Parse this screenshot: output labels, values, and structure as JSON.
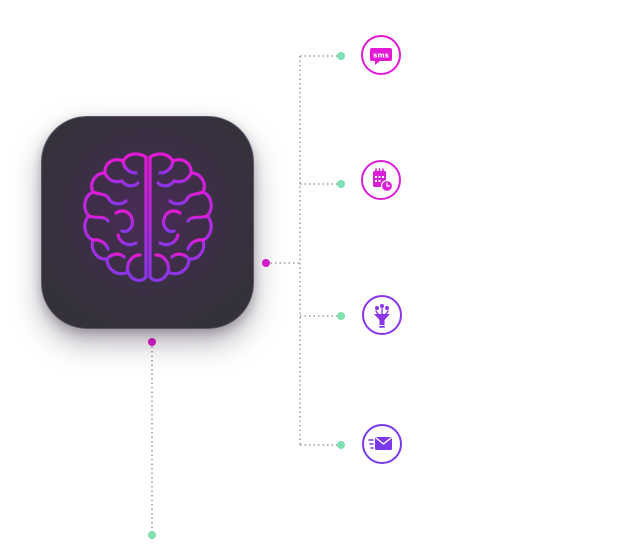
{
  "diagram": {
    "hub": {
      "icon": "brain-icon"
    },
    "nodes": [
      {
        "id": "sms",
        "icon": "sms-chat-icon",
        "label": "sms",
        "color": "#e21ad6"
      },
      {
        "id": "calendar",
        "icon": "calendar-clock-icon",
        "color": "#d91ed8"
      },
      {
        "id": "funnel",
        "icon": "funnel-icon",
        "color": "#8a36e8"
      },
      {
        "id": "mail",
        "icon": "fast-mail-icon",
        "color": "#7b3ae8"
      }
    ]
  },
  "colors": {
    "brain_gradient_top": "#e21ad6",
    "brain_gradient_bottom": "#8a36e8",
    "tile_background": "#35313c",
    "connector_line": "#8a8a8a",
    "endpoint_dot": "#7fe0b0",
    "hub_dot": "#e21ad6"
  }
}
